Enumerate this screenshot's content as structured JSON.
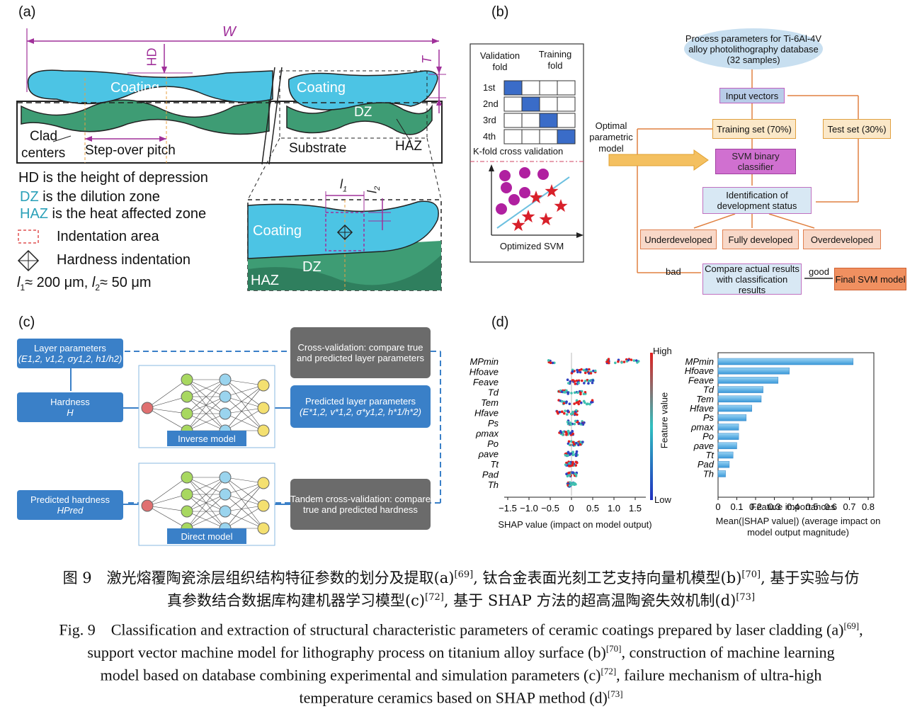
{
  "panels": {
    "a": "(a)",
    "b": "(b)",
    "c": "(c)",
    "d": "(d)"
  },
  "a": {
    "W": "W",
    "HD": "HD",
    "T": "T",
    "coating": "Coating",
    "dz": "DZ",
    "clad": "Clad",
    "centers": "centers",
    "stepover": "Step-over pitch",
    "substrate": "Substrate",
    "haz": "HAZ",
    "legend_hd": "HD is the height of depression",
    "legend_dz_key": "DZ",
    "legend_dz_rest": " is the dilution zone",
    "legend_haz_key": "HAZ",
    "legend_haz_rest": " is the heat affected zone",
    "legend_area": "Indentation area",
    "legend_hard": "Hardness indentation",
    "l1": "l",
    "l1sub": "1",
    "l2": "l",
    "l2sub": "2",
    "dims": "≈ 200 μm, ",
    "dims2": "≈ 50 μm"
  },
  "b": {
    "validation": "Validation fold",
    "training": "Training fold",
    "rows": [
      "1st",
      "2nd",
      "3rd",
      "4th"
    ],
    "kfold": "K-fold cross validation",
    "optimized": "Optimized SVM",
    "optimal": "Optimal parametric model",
    "db": "Process parameters for Ti-6Al-4V alloy photolithography database (32 samples)",
    "input": "Input vectors",
    "train": "Training set (70%)",
    "test": "Test set (30%)",
    "svm": "SVM binary classifier",
    "ident": "Identification of development status",
    "under": "Underdeveloped",
    "fully": "Fully developed",
    "over": "Overdeveloped",
    "compare": "Compare actual results with classification results",
    "bad": "bad",
    "good": "good",
    "final": "Final SVM model"
  },
  "c": {
    "layer_title": "Layer parameters",
    "layer_formula": "(E1,2, v1,2, σy1,2, h1/h2)",
    "hardness": "Hardness",
    "H": "H",
    "cv": "Cross-validation: compare true and predicted layer parameters",
    "pred_layer": "Predicted layer parameters",
    "pred_formula": "(E*1,2, v*1,2, σ*y1,2, h*1/h*2)",
    "inverse": "Inverse model",
    "direct": "Direct model",
    "pred_hard": "Predicted hardness",
    "Hpred": "HPred",
    "tandem": "Tandem cross-validation: compare true and predicted hardness"
  },
  "d": {
    "features": [
      "MPmin",
      "Hfoave",
      "Feave",
      "Td",
      "Tem",
      "Hfave",
      "Ps",
      "ρmax",
      "Po",
      "ρave",
      "Tt",
      "Pad",
      "Th"
    ],
    "high": "High",
    "low": "Low",
    "feature_value": "Feature value",
    "shap_xlabel": "SHAP value (impact on model output)",
    "bar_xlabel": "Feature importances",
    "bar_sub": "Mean(|SHAP value|) (average impact on model output magnitude)",
    "shap_ticks": [
      "−1.5",
      "−1.0",
      "−0.5",
      "0",
      "0.5",
      "1.0",
      "1.5"
    ],
    "bar_ticks": [
      "0",
      "0.1",
      "0.2",
      "0.3",
      "0.4",
      "0.5",
      "0.6",
      "0.7",
      "0.8"
    ]
  },
  "chart_data": {
    "type": "bar",
    "categories": [
      "MPmin",
      "Hfoave",
      "Feave",
      "Td",
      "Tem",
      "Hfave",
      "Ps",
      "ρmax",
      "Po",
      "ρave",
      "Tt",
      "Pad",
      "Th"
    ],
    "values": [
      0.72,
      0.38,
      0.32,
      0.24,
      0.23,
      0.18,
      0.15,
      0.11,
      0.11,
      0.1,
      0.08,
      0.06,
      0.04
    ],
    "xlabel": "Feature importances",
    "xlim": [
      0,
      0.8
    ]
  },
  "caption": {
    "cn1": "图 9　激光熔覆陶瓷涂层组织结构特征参数的划分及提取(a)",
    "cn1r": "[69]",
    "cn2": ", 钛合金表面光刻工艺支持向量机模型(b)",
    "cn2r": "[70]",
    "cn3": ", 基于实验与仿",
    "cn4": "真参数结合数据库构建机器学习模型(c)",
    "cn4r": "[72]",
    "cn5": ", 基于 SHAP 方法的超高温陶瓷失效机制(d)",
    "cn5r": "[73]",
    "en1": "Fig. 9　Classification and extraction of structural characteristic parameters of ceramic coatings prepared by laser cladding (a)",
    "en1r": "[69]",
    "en1e": ",",
    "en2": "support vector machine model for lithography process on titanium alloy surface (b)",
    "en2r": "[70]",
    "en2e": ", construction of machine learning",
    "en3": "model based on database combining experimental and simulation parameters (c)",
    "en3r": "[72]",
    "en3e": ", failure mechanism of ultra-high",
    "en4": "temperature ceramics based on SHAP method (d)",
    "en4r": "[73]"
  }
}
